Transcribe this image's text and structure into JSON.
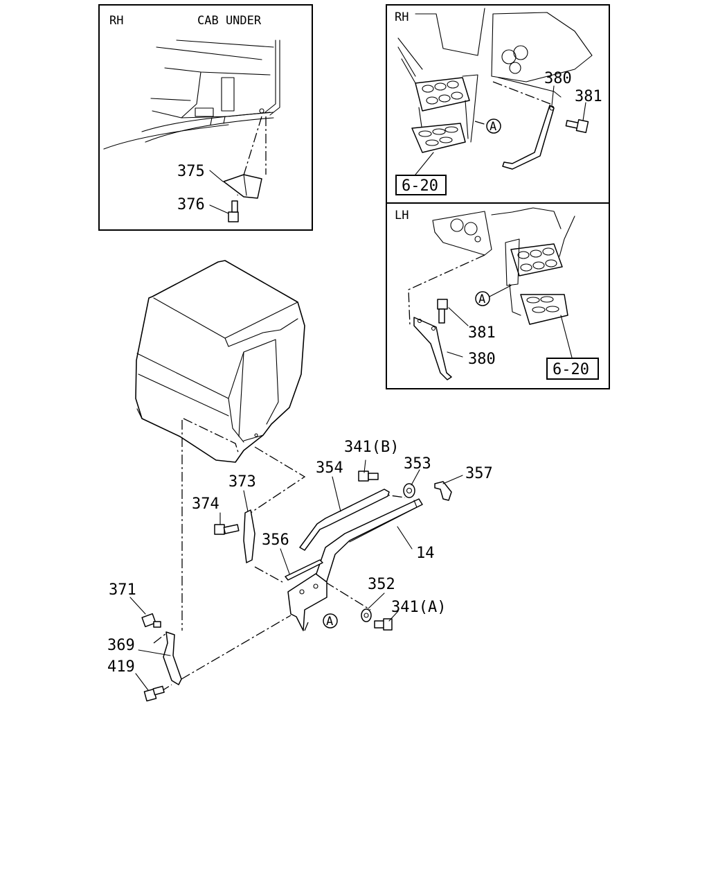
{
  "insets": {
    "cab_under": {
      "side": "RH",
      "title": "CAB UNDER"
    },
    "step_rh": {
      "side": "RH",
      "ref": "6-20"
    },
    "step_lh": {
      "side": "LH",
      "ref": "6-20"
    }
  },
  "callout": {
    "symbol": "A"
  },
  "parts": {
    "p375": "375",
    "p376": "376",
    "p380_rh": "380",
    "p381_rh": "381",
    "p381_lh": "381",
    "p380_lh": "380",
    "p341b": "341(B)",
    "p353": "353",
    "p357": "357",
    "p354": "354",
    "p373": "373",
    "p374": "374",
    "p356": "356",
    "p14": "14",
    "p352": "352",
    "p341a": "341(A)",
    "p371": "371",
    "p369": "369",
    "p419": "419"
  }
}
